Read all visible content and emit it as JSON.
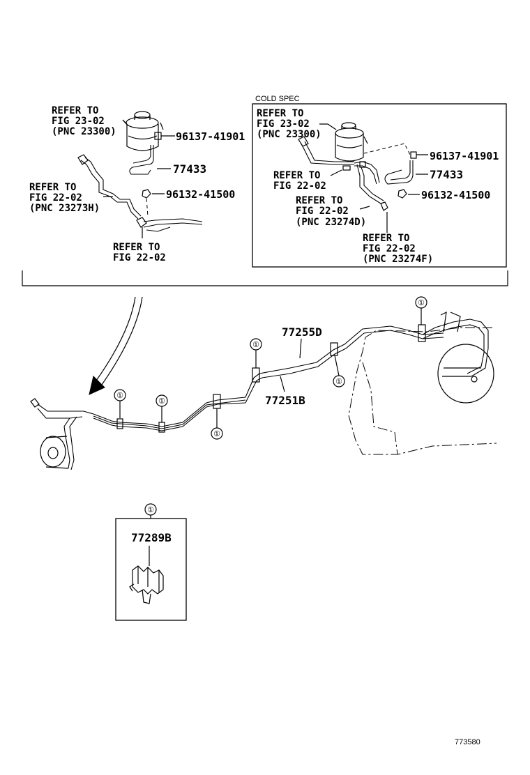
{
  "diagram_id": "773580",
  "left_assembly": {
    "ref_fuel_filter": [
      "REFER TO",
      "FIG 23-02",
      "(PNC 23300)"
    ],
    "ref_tube": [
      "REFER TO",
      "FIG 22-02",
      "(PNC 23273H)"
    ],
    "ref_bottom": [
      "REFER TO",
      "FIG 22-02"
    ],
    "part_bolt": "96137-41901",
    "part_hose": "77433",
    "part_clamp": "96132-41500"
  },
  "cold_spec": {
    "caption": "COLD SPEC",
    "ref_fuel_filter": [
      "REFER TO",
      "FIG 23-02",
      "(PNC 23300)"
    ],
    "ref_mid": [
      "REFER TO",
      "FIG 22-02"
    ],
    "ref_tube_d": [
      "REFER TO",
      "FIG 22-02",
      "(PNC 23274D)"
    ],
    "ref_tube_f": [
      "REFER TO",
      "FIG 22-02",
      "(PNC 23274F)"
    ],
    "part_bolt": "96137-41901",
    "part_hose": "77433",
    "part_clamp": "96132-41500"
  },
  "main_lines": {
    "part_upper": "77255D",
    "part_lower": "77251B",
    "callout_symbol": "①"
  },
  "clamp_detail": {
    "callout_symbol": "①",
    "part": "77289B"
  }
}
